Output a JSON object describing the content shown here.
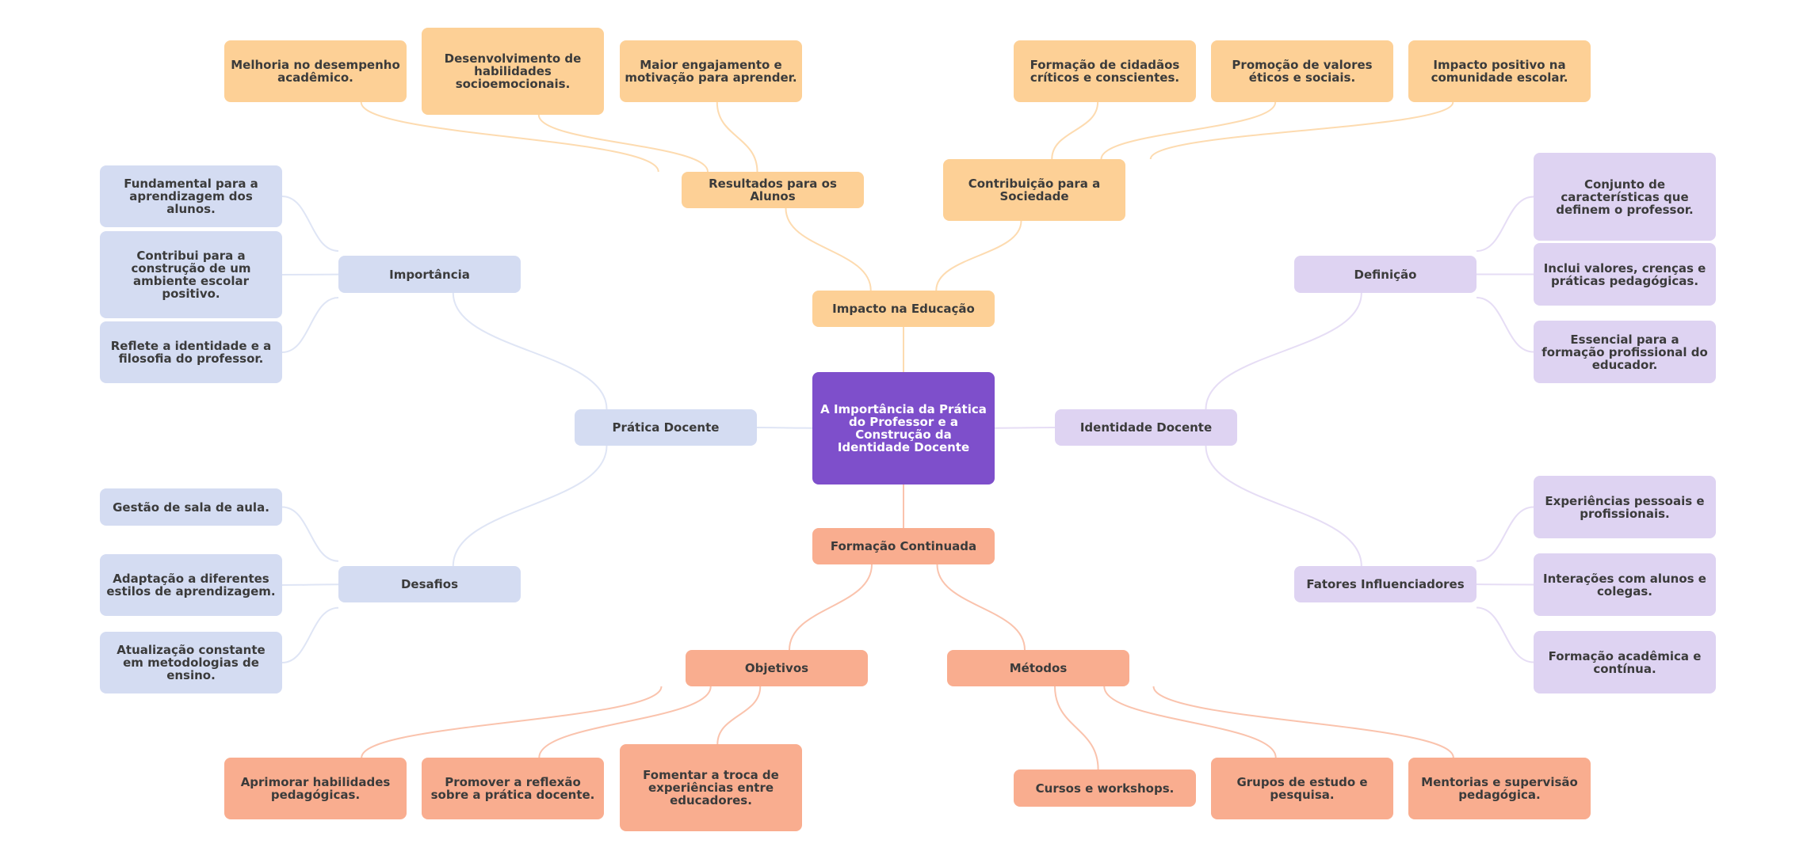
{
  "root": {
    "label": "A Importância da Prática do Professor e a Construção da Identidade Docente",
    "color": "#7e4fcb"
  },
  "branches": {
    "impacto": {
      "label": "Impacto na Educação",
      "color": "#fdd096",
      "line": "#fddbb0",
      "children": {
        "resultados": {
          "label": "Resultados para os Alunos",
          "leaves": [
            "Melhoria no desempenho acadêmico.",
            "Desenvolvimento de habilidades socioemocionais.",
            "Maior engajamento e motivação para aprender."
          ]
        },
        "contribuicao": {
          "label": "Contribuição para a Sociedade",
          "leaves": [
            "Formação de cidadãos críticos e conscientes.",
            "Promoção de valores éticos e sociais.",
            "Impacto positivo na comunidade escolar."
          ]
        }
      }
    },
    "pratica": {
      "label": "Prática Docente",
      "color": "#d4dcf2",
      "line": "#dfe5f5",
      "children": {
        "importancia": {
          "label": "Importância",
          "leaves": [
            "Fundamental para a aprendizagem dos alunos.",
            "Contribui para a construção de um ambiente escolar positivo.",
            "Reflete a identidade e a filosofia do professor."
          ]
        },
        "desafios": {
          "label": "Desafios",
          "leaves": [
            "Gestão de sala de aula.",
            "Adaptação a diferentes estilos de aprendizagem.",
            "Atualização constante em metodologias de ensino."
          ]
        }
      }
    },
    "identidade": {
      "label": "Identidade Docente",
      "color": "#ded3f2",
      "line": "#e6ddf5",
      "children": {
        "definicao": {
          "label": "Definição",
          "leaves": [
            "Conjunto de características que definem o professor.",
            "Inclui valores, crenças e práticas pedagógicas.",
            "Essencial para a formação profissional do educador."
          ]
        },
        "fatores": {
          "label": "Fatores Influenciadores",
          "leaves": [
            "Experiências pessoais e profissionais.",
            "Interações com alunos e colegas.",
            "Formação acadêmica e contínua."
          ]
        }
      }
    },
    "formacao": {
      "label": "Formação Continuada",
      "color": "#f9ad8f",
      "line": "#fac3ad",
      "children": {
        "objetivos": {
          "label": "Objetivos",
          "leaves": [
            "Aprimorar habilidades pedagógicas.",
            "Promover a reflexão sobre a prática docente.",
            "Fomentar a troca de experiências entre educadores."
          ]
        },
        "metodos": {
          "label": "Métodos",
          "leaves": [
            "Cursos e workshops.",
            "Grupos de estudo e pesquisa.",
            "Mentorias e supervisão pedagógica."
          ]
        }
      }
    }
  }
}
